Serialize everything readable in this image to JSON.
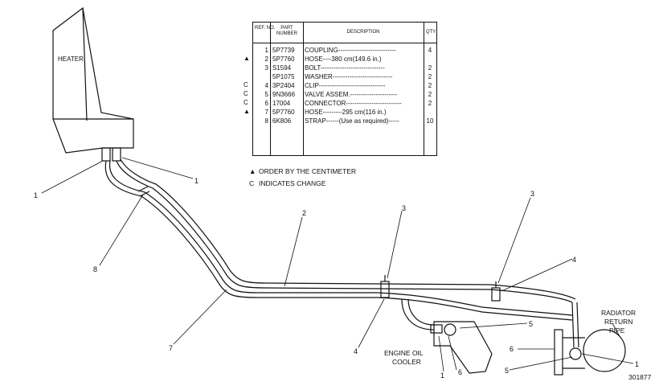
{
  "table": {
    "headers": {
      "ref": "REF. NO.",
      "part": "PART NUMBER",
      "desc": "DESCRIPTION",
      "qty": "QTY"
    },
    "rows": [
      {
        "mark": "",
        "ref": "1",
        "part": "5P7739",
        "desc": "COUPLING---------------------------",
        "qty": "4"
      },
      {
        "mark": "▲",
        "ref": "2",
        "part": "5P7760",
        "desc": "HOSE----380 cm(149.6 in.)",
        "qty": ""
      },
      {
        "mark": "",
        "ref": "3",
        "part": "S1594",
        "desc": "BOLT------------------------------",
        "qty": "2"
      },
      {
        "mark": "",
        "ref": "",
        "part": "5P1075",
        "desc": "WASHER----------------------------",
        "qty": "2"
      },
      {
        "mark": "C",
        "ref": "4",
        "part": "3P2404",
        "desc": "CLIP-------------------------------",
        "qty": "2"
      },
      {
        "mark": "C",
        "ref": "5",
        "part": "9N3666",
        "desc": "VALVE ASSEM.----------------------",
        "qty": "2"
      },
      {
        "mark": "C",
        "ref": "6",
        "part": "17004",
        "desc": "CONNECTOR--------------------------",
        "qty": "2"
      },
      {
        "mark": "▲",
        "ref": "7",
        "part": "5P7760",
        "desc": "HOSE---------295 cm(116 in.)",
        "qty": ""
      },
      {
        "mark": "",
        "ref": "8",
        "part": "6K806",
        "desc": "STRAP------(Use as required)-----",
        "qty": "10"
      }
    ]
  },
  "notes": {
    "order": {
      "symbol": "▲",
      "text": "ORDER BY THE CENTIMETER"
    },
    "change": {
      "symbol": "C",
      "text": "INDICATES CHANGE"
    }
  },
  "diagram": {
    "heater_label": "HEATER",
    "engine_oil_cooler_line1": "ENGINE OIL",
    "engine_oil_cooler_line2": "COOLER",
    "radiator_line1": "RADIATOR",
    "radiator_line2": "RETURN",
    "radiator_line3": "PIPE",
    "figure_number": "301877",
    "callouts": {
      "c1a": "1",
      "c1b": "1",
      "c8": "8",
      "c2": "2",
      "c7": "7",
      "c3a": "3",
      "c4a": "4",
      "c1c": "1",
      "c6a": "6",
      "c5a": "5",
      "c3b": "3",
      "c4b": "4",
      "c6b": "6",
      "c5b": "5",
      "c1d": "1"
    }
  }
}
